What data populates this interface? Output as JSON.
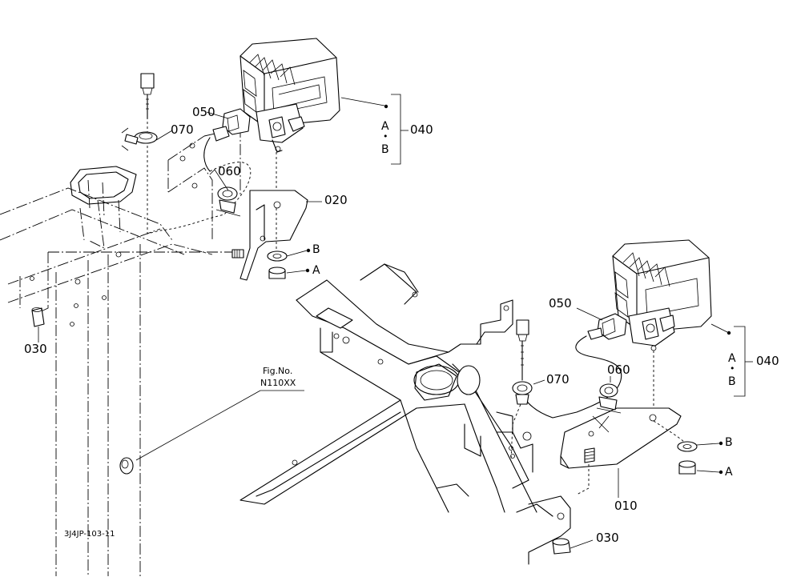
{
  "figure": {
    "drawing_code": "3J4JP-103-11",
    "fig_ref_title": "Fig.No.",
    "fig_ref_number": "N110XX"
  },
  "upper_assembly": {
    "p040": "040",
    "p020": "020",
    "p050": "050",
    "p070": "070",
    "p060": "060",
    "p030": "030",
    "bracket_A": "A",
    "bracket_dot": "•",
    "bracket_B": "B",
    "washer_B": "B",
    "nut_A": "A"
  },
  "lower_assembly": {
    "p040": "040",
    "p050": "050",
    "p060": "060",
    "p070": "070",
    "p010": "010",
    "p030": "030",
    "bracket_A": "A",
    "bracket_dot": "•",
    "bracket_B": "B",
    "washer_B": "B",
    "nut_A": "A"
  }
}
